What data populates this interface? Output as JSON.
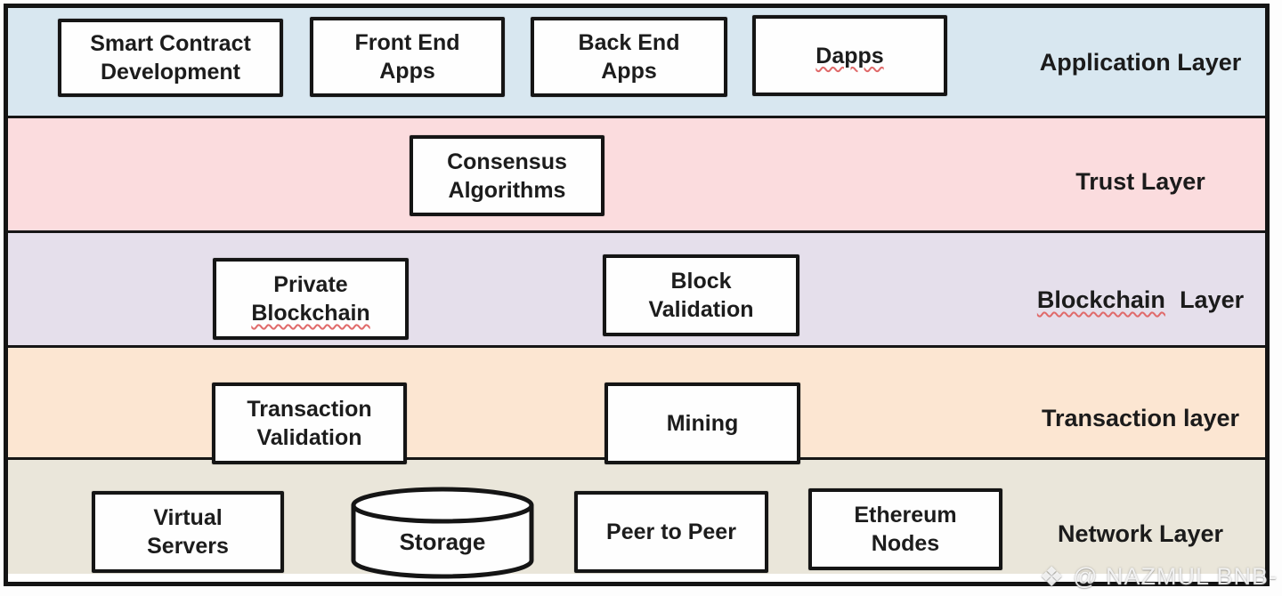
{
  "layers": [
    {
      "label": "Application Layer",
      "band_color": "#d8e7f0",
      "nodes": [
        {
          "lines": [
            "Smart Contract",
            "Development"
          ]
        },
        {
          "lines": [
            "Front End",
            "Apps"
          ]
        },
        {
          "lines": [
            "Back End",
            "Apps"
          ]
        },
        {
          "lines": [
            "Dapps"
          ]
        }
      ]
    },
    {
      "label": "Trust Layer",
      "band_color": "#fbdcde",
      "nodes": [
        {
          "lines": [
            "Consensus",
            "Algorithms"
          ]
        }
      ]
    },
    {
      "label_word1": "Blockchain",
      "label_word2": "Layer",
      "band_color": "#e5dfeb",
      "nodes": [
        {
          "lines": [
            "Private",
            "Blockchain"
          ]
        },
        {
          "lines": [
            "Block",
            "Validation"
          ]
        }
      ]
    },
    {
      "label": "Transaction layer",
      "band_color": "#fce6d2",
      "nodes": [
        {
          "lines": [
            "Transaction",
            "Validation"
          ]
        },
        {
          "lines": [
            "Mining"
          ]
        }
      ]
    },
    {
      "label": "Network Layer",
      "band_color": "#eae6da",
      "nodes": [
        {
          "lines": [
            "Virtual",
            "Servers"
          ]
        },
        {
          "lines": [
            "Storage"
          ]
        },
        {
          "lines": [
            "Peer to Peer"
          ]
        },
        {
          "lines": [
            "Ethereum",
            "Nodes"
          ]
        }
      ]
    }
  ],
  "colors": {
    "frame_border": "#141414",
    "box_border": "#151515",
    "box_fill": "#fefefe",
    "text": "#1c1c1c",
    "spellcheck_underline": "#e06a6a"
  },
  "watermark": {
    "icon_glyph": "❖",
    "text": "@ NAZMUL BNB-"
  }
}
